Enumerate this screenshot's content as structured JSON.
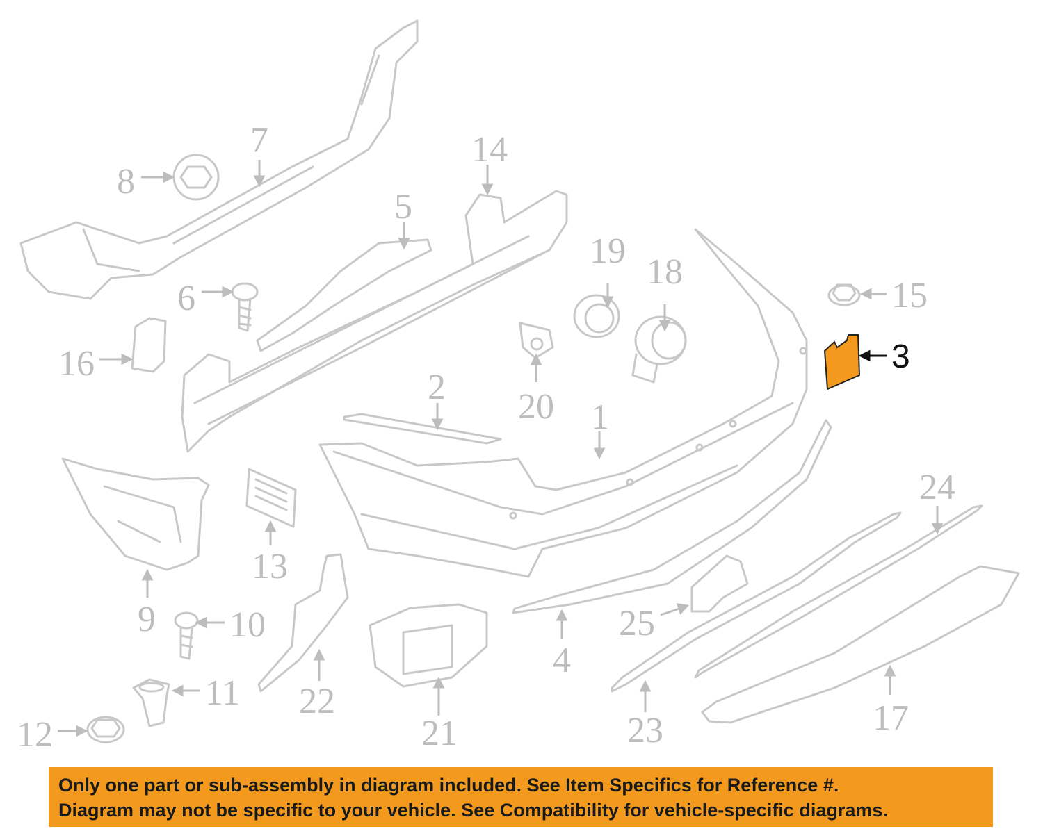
{
  "callouts": [
    {
      "id": "1",
      "label": "1"
    },
    {
      "id": "2",
      "label": "2"
    },
    {
      "id": "3",
      "label": "3"
    },
    {
      "id": "4",
      "label": "4"
    },
    {
      "id": "5",
      "label": "5"
    },
    {
      "id": "6",
      "label": "6"
    },
    {
      "id": "7",
      "label": "7"
    },
    {
      "id": "8",
      "label": "8"
    },
    {
      "id": "9",
      "label": "9"
    },
    {
      "id": "10",
      "label": "10"
    },
    {
      "id": "11",
      "label": "11"
    },
    {
      "id": "12",
      "label": "12"
    },
    {
      "id": "13",
      "label": "13"
    },
    {
      "id": "14",
      "label": "14"
    },
    {
      "id": "15",
      "label": "15"
    },
    {
      "id": "16",
      "label": "16"
    },
    {
      "id": "17",
      "label": "17"
    },
    {
      "id": "18",
      "label": "18"
    },
    {
      "id": "19",
      "label": "19"
    },
    {
      "id": "20",
      "label": "20"
    },
    {
      "id": "21",
      "label": "21"
    },
    {
      "id": "22",
      "label": "22"
    },
    {
      "id": "23",
      "label": "23"
    },
    {
      "id": "24",
      "label": "24"
    },
    {
      "id": "25",
      "label": "25"
    }
  ],
  "highlighted_part": "3",
  "colors": {
    "highlight": "#f39a1e",
    "line": "#c8c8c8",
    "banner": "#f39a1e"
  },
  "banner": {
    "line1": "Only one part or sub-assembly in diagram included. See Item Specifics for Reference #.",
    "line2": "Diagram may not be specific to your vehicle. See Compatibility for vehicle-specific diagrams."
  }
}
